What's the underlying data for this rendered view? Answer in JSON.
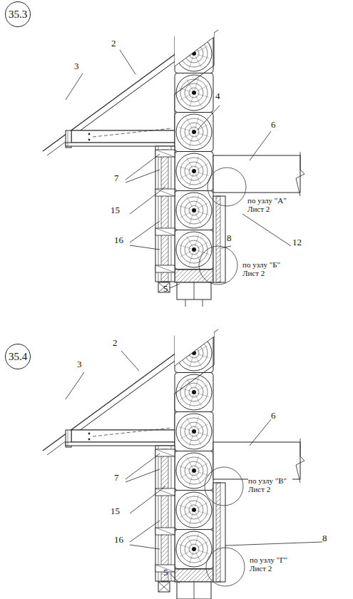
{
  "diagram": {
    "nodes": [
      {
        "text": [
          "35.3"
        ]
      },
      {
        "text": [
          "35.4"
        ]
      }
    ],
    "labels": [
      "2",
      "3",
      "4",
      "6",
      "7",
      "15",
      "16",
      "по узлу \"А\" Лист 2",
      "8",
      "12",
      "по узлу \"Б\" Лист 2",
      "5",
      "2",
      "3",
      "6",
      "7",
      "15",
      "16",
      "по узлу \"В\" Лист 2",
      "8",
      "по узлу \"Г\" Лист 2",
      "5"
    ]
  }
}
